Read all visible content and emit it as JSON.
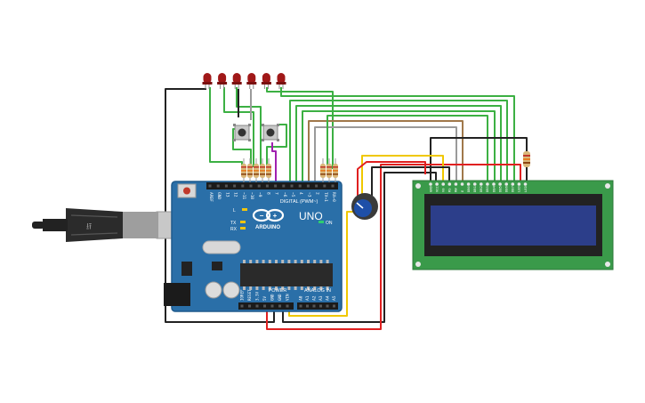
{
  "board": {
    "name": "UNO",
    "brand": "ARDUINO",
    "digital_header": "DIGITAL (PWM~)",
    "power_header": "POWER",
    "analog_header": "ANALOG IN",
    "on_label": "ON",
    "led_l": "L",
    "led_tx": "TX",
    "led_rx": "RX",
    "digital_pins": [
      "AREF",
      "GND",
      "13",
      "12",
      "~11",
      "~10",
      "~9",
      "8",
      "7",
      "~6",
      "~5",
      "4",
      "~3",
      "2",
      "TX→1",
      "RX←0"
    ],
    "power_pins": [
      "IOREF",
      "RESET",
      "3.3V",
      "5V",
      "GND",
      "GND",
      "VIN"
    ],
    "analog_pins": [
      "A0",
      "A1",
      "A2",
      "A3",
      "A4",
      "A5"
    ],
    "colors": {
      "pcb": "#2a6fa8",
      "pcb_dark": "#1f5a8c"
    }
  },
  "lcd": {
    "pins": [
      "GND",
      "VCC",
      "V0",
      "RS",
      "RW",
      "E",
      "DB0",
      "DB1",
      "DB2",
      "DB3",
      "DB4",
      "DB5",
      "DB6",
      "DB7",
      "LED",
      "LED"
    ],
    "colors": {
      "pcb": "#3a9a4a",
      "screen": "#2c3e8a"
    }
  },
  "components": {
    "leds": 6,
    "buttons": 2,
    "resistors": 9,
    "led_color": "#a01818"
  },
  "wire_colors": {
    "green": "#3cb043",
    "black": "#222222",
    "red": "#e02020",
    "yellow": "#f0c800",
    "brown": "#a0784a",
    "gray": "#9a9a9a",
    "purple": "#a020b0"
  }
}
